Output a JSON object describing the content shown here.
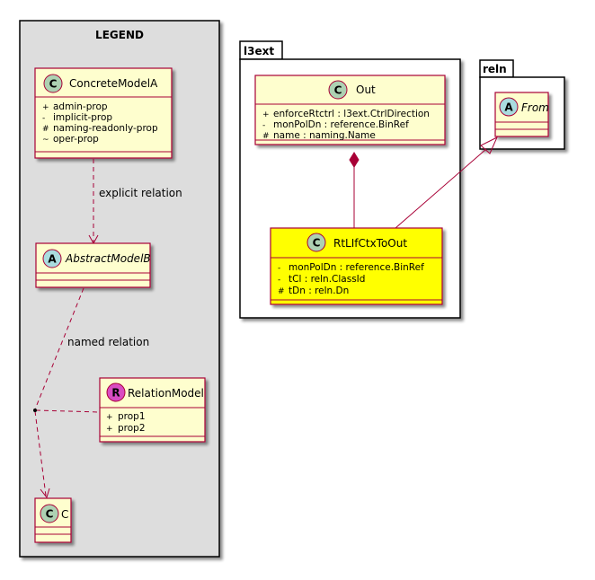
{
  "legend": {
    "title": "LEGEND",
    "concrete_model": {
      "stereotype": "C",
      "name": "ConcreteModelA",
      "props": [
        {
          "marker": "+",
          "text": "admin-prop"
        },
        {
          "marker": "-",
          "text": "implicit-prop"
        },
        {
          "marker": "#",
          "text": "naming-readonly-prop"
        },
        {
          "marker": "~",
          "text": "oper-prop"
        }
      ]
    },
    "explicit_relation_label": "explicit relation",
    "abstract_model": {
      "stereotype": "A",
      "name": "AbstractModelB"
    },
    "named_relation_label": "named relation",
    "relation_model": {
      "stereotype": "R",
      "name": "RelationModel",
      "props": [
        {
          "marker": "+",
          "text": "prop1"
        },
        {
          "marker": "+",
          "text": "prop2"
        }
      ]
    },
    "c_model": {
      "stereotype": "C",
      "name": "C"
    }
  },
  "l3ext_package": {
    "name": "l3ext",
    "out_class": {
      "stereotype": "C",
      "name": "Out",
      "props": [
        {
          "marker": "+",
          "text": "enforceRtctrl : l3ext.CtrlDirection"
        },
        {
          "marker": "-",
          "text": "monPolDn : reference.BinRef"
        },
        {
          "marker": "#",
          "text": "name : naming.Name"
        }
      ]
    },
    "rtl_class": {
      "stereotype": "C",
      "name": "RtLIfCtxToOut",
      "props": [
        {
          "marker": "-",
          "text": "monPolDn : reference.BinRef"
        },
        {
          "marker": "-",
          "text": "tCl : reln.ClassId"
        },
        {
          "marker": "#",
          "text": "tDn : reln.Dn"
        }
      ]
    }
  },
  "reln_package": {
    "name": "reln",
    "from_class": {
      "stereotype": "A",
      "name": "From"
    }
  },
  "colors": {
    "class_fill": "#FEFECE",
    "class_border": "#A80036",
    "highlight_fill": "#FFFF00",
    "legend_fill": "#DDDDDD",
    "circle_class": "#ADD1B2",
    "circle_abstract": "#A9DCDF",
    "circle_relation": "#D94CC2"
  }
}
